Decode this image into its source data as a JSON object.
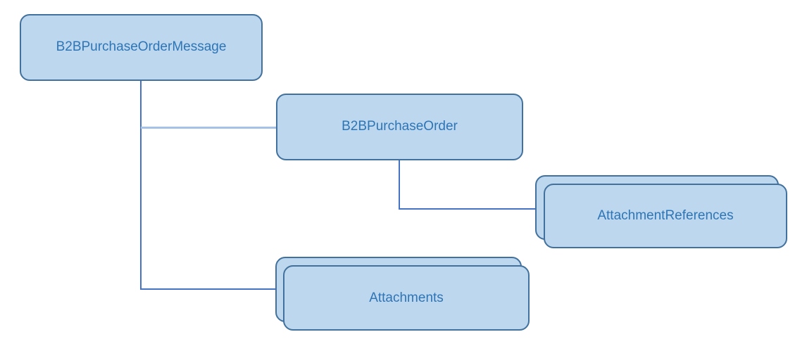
{
  "diagram": {
    "type": "hierarchy",
    "nodes": [
      {
        "id": "b2b-purchase-order-message",
        "label": "B2BPurchaseOrderMessage",
        "stacked": false
      },
      {
        "id": "b2b-purchase-order",
        "label": "B2BPurchaseOrder",
        "stacked": false
      },
      {
        "id": "attachment-references",
        "label": "AttachmentReferences",
        "stacked": true
      },
      {
        "id": "attachments",
        "label": "Attachments",
        "stacked": true
      }
    ],
    "edges": [
      {
        "from": "b2b-purchase-order-message",
        "to": "b2b-purchase-order"
      },
      {
        "from": "b2b-purchase-order-message",
        "to": "attachments"
      },
      {
        "from": "b2b-purchase-order",
        "to": "attachment-references"
      }
    ]
  },
  "colors": {
    "node_fill": "#bdd7ee",
    "node_border": "#41719c",
    "node_text": "#2e75b6",
    "connector": "#4472c4",
    "connector_light": "#a6c1e8",
    "background": "#ffffff"
  }
}
